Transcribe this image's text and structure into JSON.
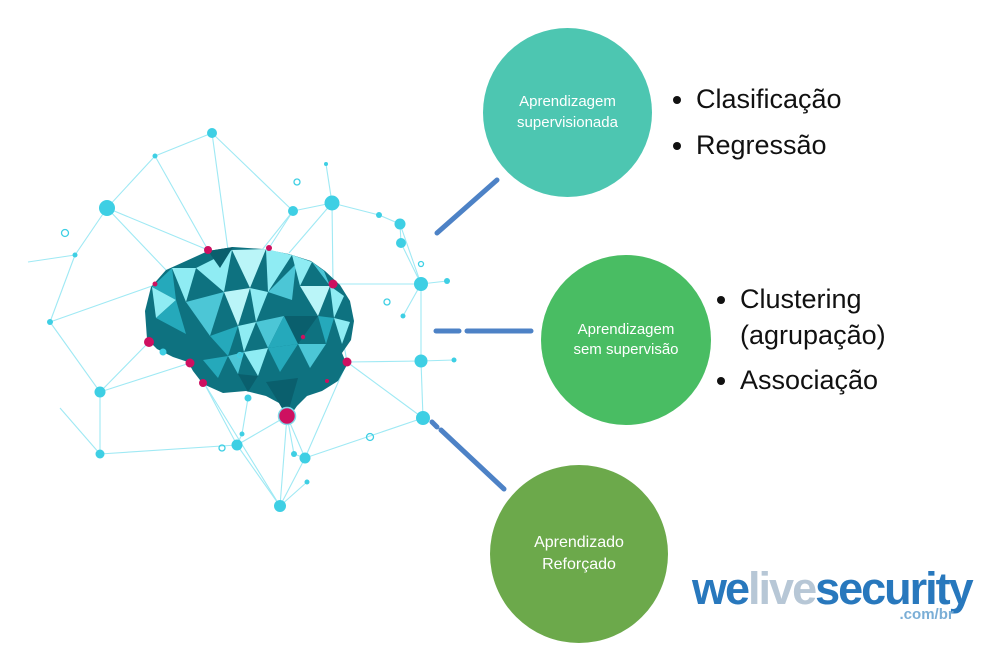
{
  "theme": {
    "circle_supervised": "#4dc6b1",
    "circle_unsupervised": "#49bd63",
    "circle_reinforcement": "#6ca94b",
    "connector_blue": "#4d82c6",
    "network_cyan": "#9fe9f4",
    "node_cyan": "#3ecfe4",
    "vertex_crimson": "#ce1060",
    "brain_base": "#0e7280",
    "brain_dark": "#0a5f6d",
    "brain_mid": "#25a9bb",
    "brain_mid2": "#4cc6d6",
    "brain_light": "#8fecf3",
    "brain_lighter": "#baf5f8",
    "bullet_text": "#111111",
    "logo_blue": "#2878bd",
    "logo_light": "#b7c7d6",
    "logo_suffix": "#7aaed6"
  },
  "diagram": {
    "circles": [
      {
        "label": "Aprendizagem\nsupervisionada"
      },
      {
        "label": "Aprendizagem\nsem supervisão"
      },
      {
        "label": "Aprendizado\nReforçado"
      }
    ],
    "bullet_groups": [
      {
        "items": [
          "Clasificação",
          "Regressão"
        ]
      },
      {
        "items": [
          "Clustering (agrupação)",
          "Associação"
        ]
      }
    ]
  },
  "logo": {
    "part1": "we",
    "part2": "live",
    "part3": "security",
    "suffix": ".com/br"
  }
}
